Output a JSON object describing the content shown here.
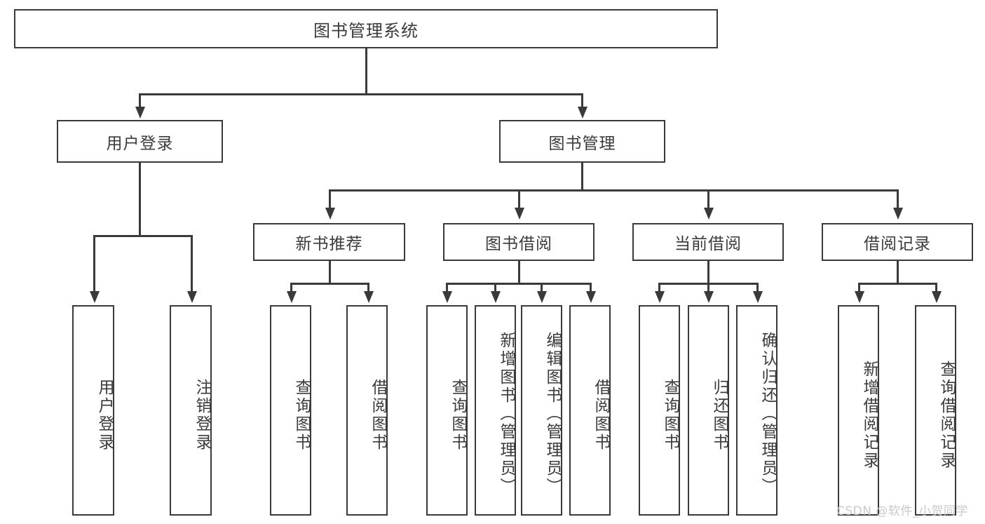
{
  "diagram": {
    "type": "tree-hierarchy",
    "title": "图书管理系统",
    "root": {
      "label": "图书管理系统"
    },
    "level2": [
      {
        "id": "user-login",
        "label": "用户登录"
      },
      {
        "id": "book-management",
        "label": "图书管理"
      }
    ],
    "level3": [
      {
        "id": "new-book-recommend",
        "label": "新书推荐",
        "parent": "book-management"
      },
      {
        "id": "book-borrow",
        "label": "图书借阅",
        "parent": "book-management"
      },
      {
        "id": "current-borrow",
        "label": "当前借阅",
        "parent": "book-management"
      },
      {
        "id": "borrow-record",
        "label": "借阅记录",
        "parent": "book-management"
      }
    ],
    "leaves": {
      "user_login": [
        {
          "id": "leaf-user-login",
          "label": "用户登录"
        },
        {
          "id": "leaf-logout-login",
          "label": "注销登录"
        }
      ],
      "new_book_recommend": [
        {
          "id": "leaf-query-book-1",
          "label": "查询图书"
        },
        {
          "id": "leaf-borrow-book-1",
          "label": "借阅图书"
        }
      ],
      "book_borrow": [
        {
          "id": "leaf-query-book-2",
          "label": "查询图书"
        },
        {
          "id": "leaf-add-book",
          "label": "新增图书（管理员）"
        },
        {
          "id": "leaf-edit-book",
          "label": "编辑图书（管理员）"
        },
        {
          "id": "leaf-borrow-book-2",
          "label": "借阅图书"
        }
      ],
      "current_borrow": [
        {
          "id": "leaf-query-book-3",
          "label": "查询图书"
        },
        {
          "id": "leaf-return-book",
          "label": "归还图书"
        },
        {
          "id": "leaf-confirm-return",
          "label": "确认归还（管理员）"
        }
      ],
      "borrow_record": [
        {
          "id": "leaf-add-borrow-record",
          "label": "新增借阅记录"
        },
        {
          "id": "leaf-query-borrow-record",
          "label": "查询借阅记录"
        }
      ]
    },
    "colors": {
      "stroke": "#3a3a3a",
      "text": "#3b3b3b",
      "background": "#ffffff",
      "watermark": "#c9c9c9"
    }
  },
  "watermark": {
    "text": "CSDN @软件_小贺同学"
  }
}
